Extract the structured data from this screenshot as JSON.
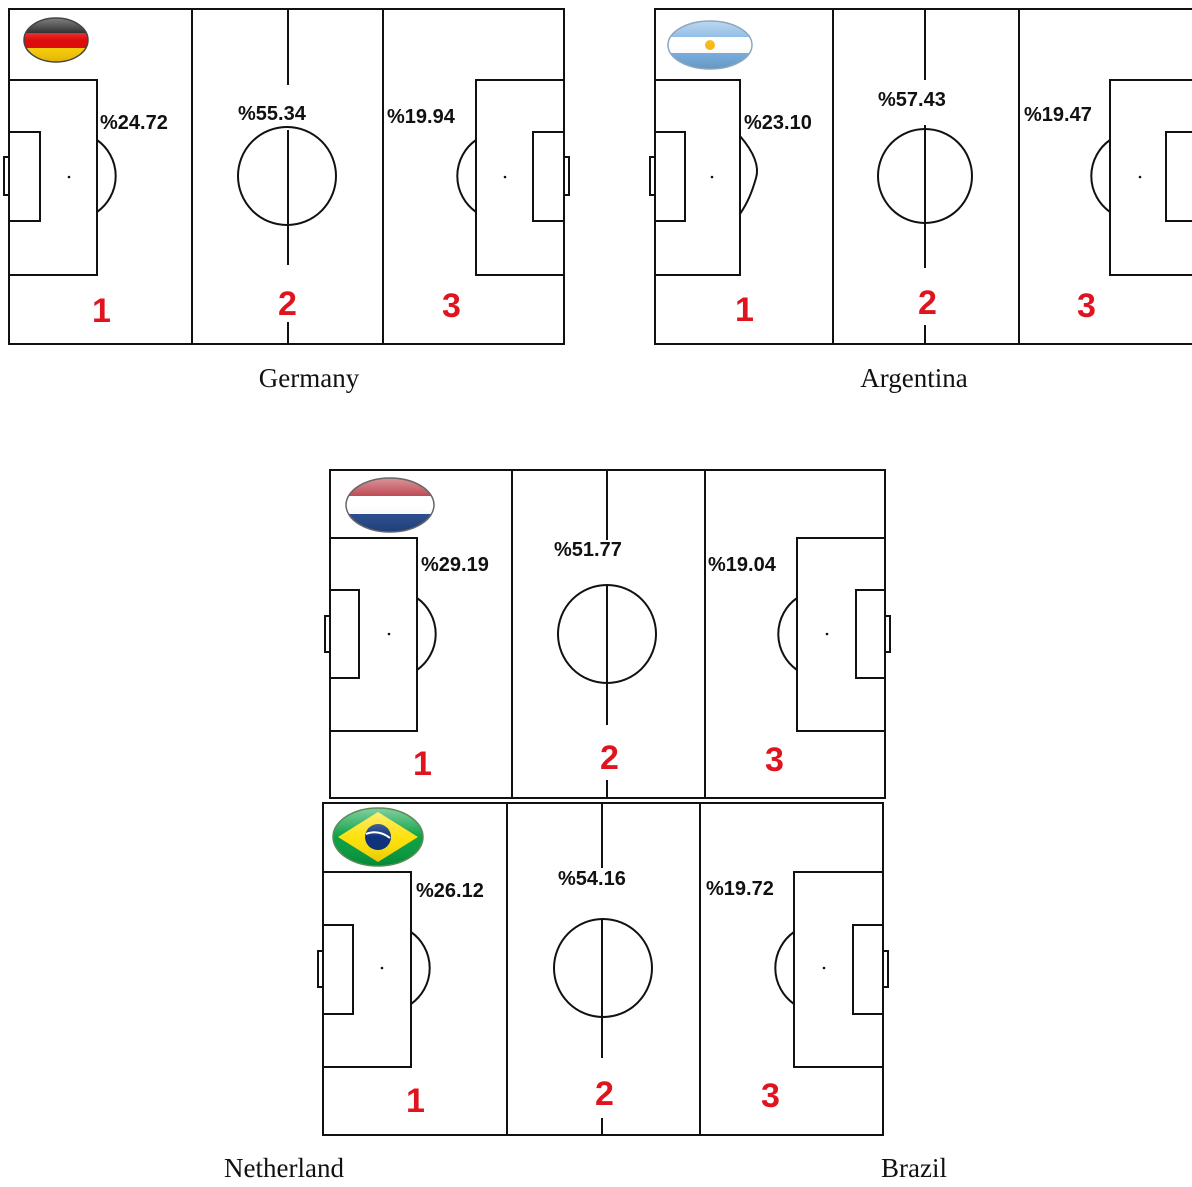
{
  "pitches": [
    {
      "team": "Germany",
      "flag": "germany-flag-icon",
      "zone_labels": [
        "1",
        "2",
        "3"
      ],
      "percentages": [
        "%24.72",
        "%55.34",
        "%19.94"
      ]
    },
    {
      "team": "Argentina",
      "flag": "argentina-flag-icon",
      "zone_labels": [
        "1",
        "2",
        "3"
      ],
      "percentages": [
        "%23.10",
        "%57.43",
        "%19.47"
      ]
    },
    {
      "team": "Netherland",
      "flag": "netherlands-flag-icon",
      "zone_labels": [
        "1",
        "2",
        "3"
      ],
      "percentages": [
        "%29.19",
        "%51.77",
        "%19.04"
      ]
    },
    {
      "team": "Brazil",
      "flag": "brazil-flag-icon",
      "zone_labels": [
        "1",
        "2",
        "3"
      ],
      "percentages": [
        "%26.12",
        "%54.16",
        "%19.72"
      ]
    }
  ],
  "captions": [
    "Germany",
    "Argentina",
    "Netherland",
    "Brazil"
  ],
  "colors": {
    "zone_number": "#e0141e",
    "line": "#111111",
    "germany": [
      "#000000",
      "#dd0000",
      "#ffce00"
    ],
    "argentina": [
      "#74acdf",
      "#ffffff",
      "#f6b40e"
    ],
    "netherlands": [
      "#ae1c28",
      "#ffffff",
      "#21468b"
    ],
    "brazil": [
      "#009c3b",
      "#ffdf00",
      "#002776"
    ]
  }
}
